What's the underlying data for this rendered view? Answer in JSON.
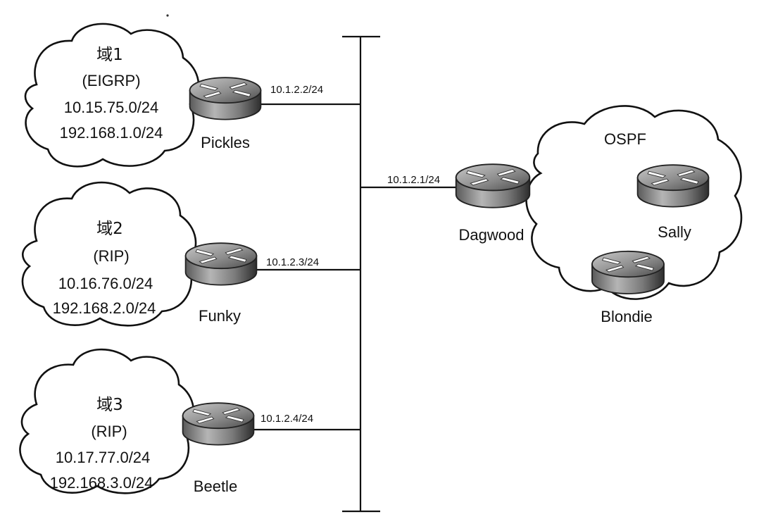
{
  "domains": [
    {
      "title": "域1",
      "protocol": "(EIGRP)",
      "networks": [
        "10.15.75.0/24",
        "192.168.1.0/24"
      ],
      "router": "Pickles",
      "link_ip": "10.1.2.2/24"
    },
    {
      "title": "域2",
      "protocol": "(RIP)",
      "networks": [
        "10.16.76.0/24",
        "192.168.2.0/24"
      ],
      "router": "Funky",
      "link_ip": "10.1.2.3/24"
    },
    {
      "title": "域3",
      "protocol": "(RIP)",
      "networks": [
        "10.17.77.0/24",
        "192.168.3.0/24"
      ],
      "router": "Beetle",
      "link_ip": "10.1.2.4/24"
    }
  ],
  "ospf": {
    "label": "OSPF",
    "border_router": "Dagwood",
    "border_link_ip": "10.1.2.1/24",
    "routers": [
      "Sally",
      "Blondie"
    ]
  }
}
